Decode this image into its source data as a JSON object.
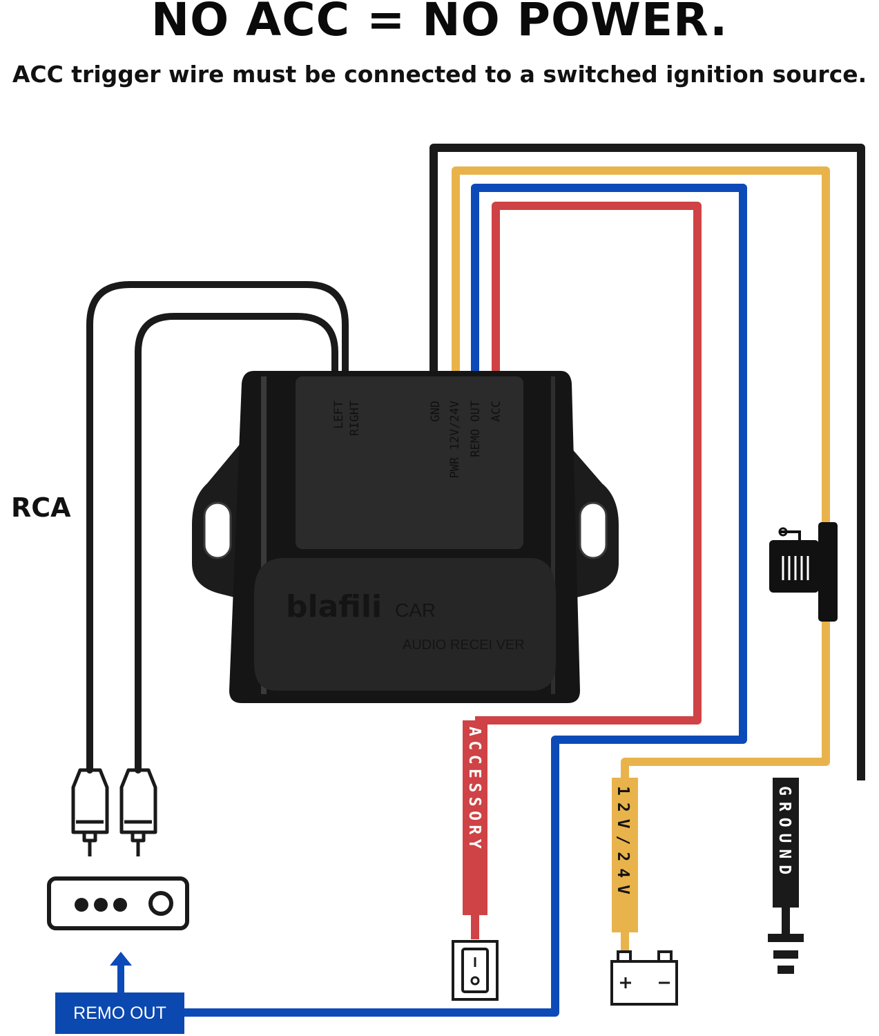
{
  "header": {
    "title": "NO ACC = NO POWER.",
    "subtitle": "ACC trigger wire must be connected to a switched ignition source."
  },
  "labels": {
    "rca": "RCA",
    "remo_out_box": "REMO OUT"
  },
  "device": {
    "brand": "blafili",
    "brand_suffix": "CAR",
    "model": "AUDIO RECEI VER",
    "port_left": "LEFT",
    "port_right": "RIGHT",
    "port_gnd": "GND",
    "port_pwr": "PWR  12V/24V",
    "port_remo": "REMO OUT",
    "port_acc": "ACC"
  },
  "wires": {
    "accessory": "ACCESSORY",
    "power": "12V/24V",
    "ground": "GROUND"
  },
  "colors": {
    "black_wire": "#1a1a1a",
    "yellow_wire": "#e9b34c",
    "blue_wire": "#0c4ab8",
    "red_wire": "#cf4245",
    "device_body": "#151515"
  },
  "icons": {
    "rca_plugs": "rca-plug-icon",
    "amplifier": "amplifier-icon",
    "fuse": "fuse-holder-icon",
    "switch": "rocker-switch-icon",
    "battery": "battery-icon",
    "ground": "ground-symbol-icon",
    "arrow": "arrow-up-icon"
  }
}
